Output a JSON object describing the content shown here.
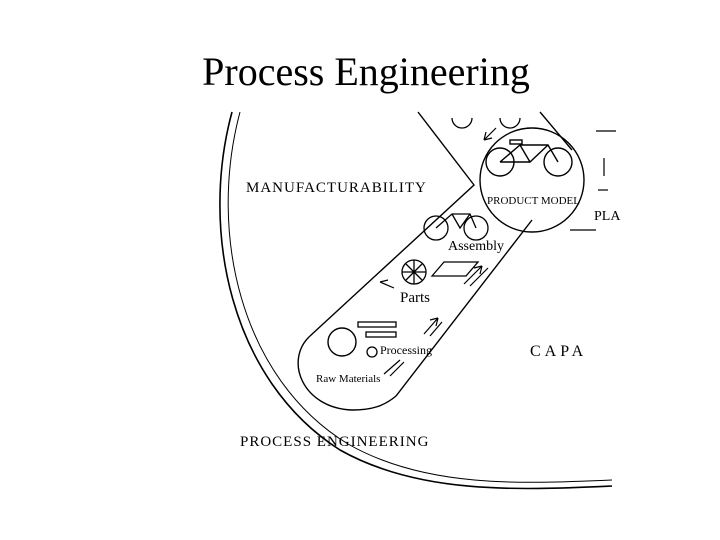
{
  "slide": {
    "title": "Process Engineering"
  },
  "diagram": {
    "labels": {
      "manufacturability": "MANUFACTURABILITY",
      "product_model": "PRODUCT MODEL",
      "assembly": "Assembly",
      "parts": "Parts",
      "processing": "Processing",
      "raw_materials": "Raw Materials",
      "process_engineering": "PROCESS ENGINEERING",
      "capa_cut": "CAPA",
      "pla_cut": "PLA"
    },
    "icons": [
      "bicycle-icon",
      "wheel-icon",
      "panel-icon",
      "bar-stock-icon",
      "arrow-icon"
    ]
  }
}
